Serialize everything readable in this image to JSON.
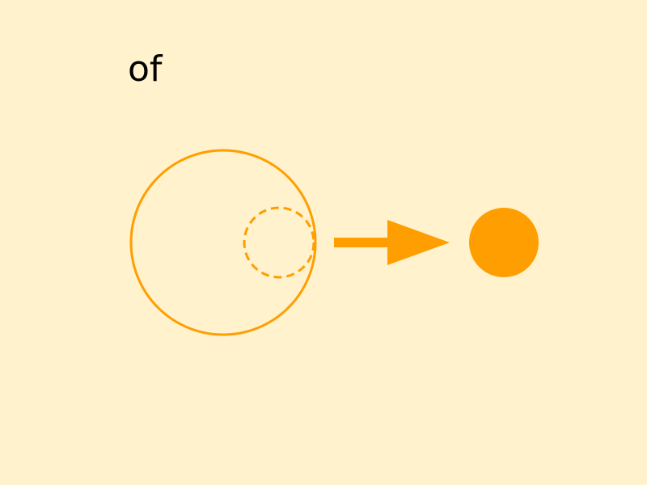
{
  "label": {
    "text": "of"
  },
  "colors": {
    "background": "#FFF2CD",
    "accent": "#FF9E00",
    "text": "#000000"
  },
  "icons": {
    "outer": "large-circle-outline",
    "inner": "small-dashed-circle",
    "arrow": "right-arrow",
    "result": "filled-circle"
  }
}
